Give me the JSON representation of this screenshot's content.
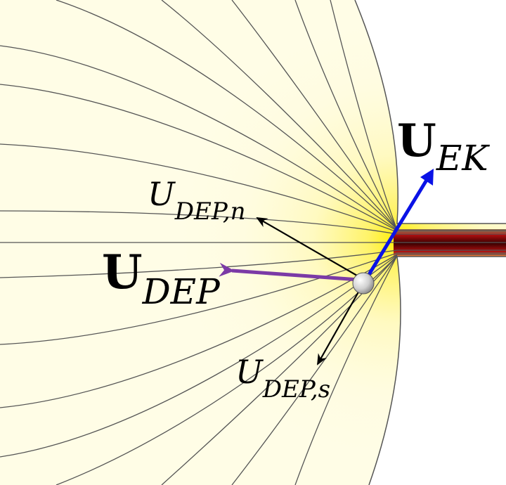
{
  "labels": {
    "u_ek": {
      "main": "U",
      "sub": "EK"
    },
    "u_dep": {
      "main": "U",
      "sub": "DEP"
    },
    "u_dep_n": {
      "main": "U",
      "sub": "DEP,n"
    },
    "u_dep_s": {
      "main": "U",
      "sub": "DEP,s"
    }
  },
  "colors": {
    "ek_arrow": "#0a12e6",
    "dep_arrow": "#7b3aa6",
    "component_arrows": "#000000",
    "channel": "#7a0000",
    "glow": "#fff200",
    "background": "#fffde6",
    "field_lines": "#555555"
  }
}
